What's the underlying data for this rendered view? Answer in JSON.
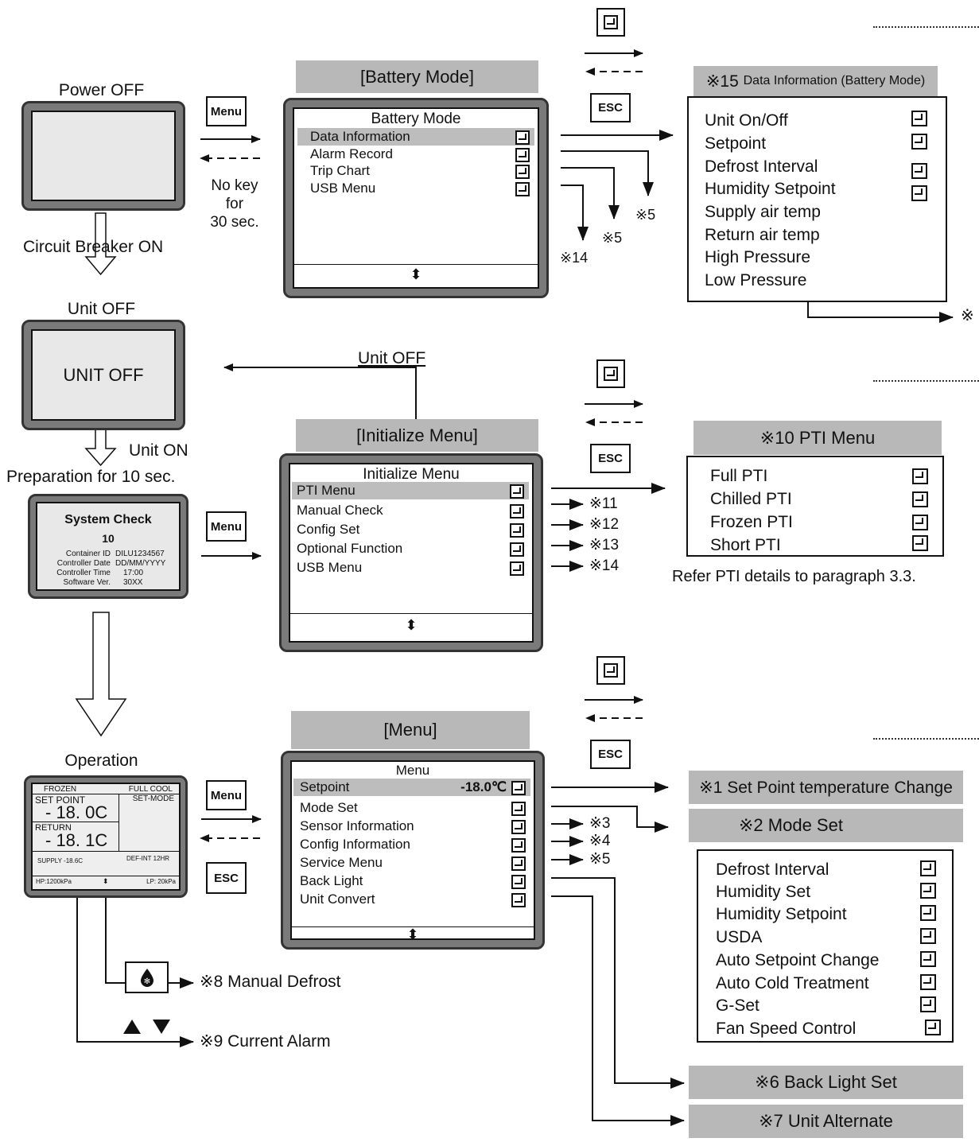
{
  "left": {
    "power_off": "Power OFF",
    "circuit_breaker_on": "Circuit Breaker ON",
    "unit_off_title": "Unit OFF",
    "unit_off_screen": "UNIT OFF",
    "unit_on": "Unit ON",
    "preparation": "Preparation for 10 sec.",
    "no_key": [
      "No key",
      "for",
      "30 sec."
    ],
    "operation": "Operation",
    "system_check": {
      "title": "System Check",
      "count": "10",
      "lines": [
        {
          "label": "Container ID",
          "value": "DILU1234567"
        },
        {
          "label": "Controller Date",
          "value": "DD/MM/YYYY"
        },
        {
          "label": "Controller Time",
          "value": "17:00"
        },
        {
          "label": "Software Ver.",
          "value": "30XX"
        }
      ]
    },
    "op_screen": {
      "frozen": "FROZEN",
      "full_cool": "FULL COOL",
      "set_mode": "SET-MODE",
      "set_point_label": "SET POINT",
      "set_point_value": "- 18. 0C",
      "return_label": "RETURN",
      "return_value": "- 18. 1C",
      "supply": "SUPPLY -18.6C",
      "def_int": "DEF-INT 12HR",
      "hp": "HP:1200kPa",
      "lp": "LP: 20kPa"
    }
  },
  "keys": {
    "menu": "Menu",
    "esc": "ESC"
  },
  "battery": {
    "header": "[Battery Mode]",
    "title": "Battery Mode",
    "items": [
      "Data Information",
      "Alarm Record",
      "Trip Chart",
      "USB Menu"
    ],
    "refs": [
      "※5",
      "※5",
      "※14"
    ]
  },
  "initialize": {
    "header": "[Initialize Menu]",
    "title": "Initialize Menu",
    "items": [
      "PTI Menu",
      "Manual Check",
      "Config  Set",
      "Optional Function",
      "USB Menu"
    ],
    "refs": [
      "※11",
      "※12",
      "※13",
      "※14"
    ],
    "unit_off_link": "Unit OFF"
  },
  "menu": {
    "header": "[Menu]",
    "title": "Menu",
    "setpoint_value": "-18.0℃",
    "items": [
      "Setpoint",
      "Mode Set",
      "Sensor Information",
      "Config  Information",
      "Service Menu",
      "Back Light",
      "Unit Convert"
    ],
    "refs": [
      "※3",
      "※4",
      "※5"
    ]
  },
  "data_info": {
    "header_mark": "※15",
    "header_text": "Data Information (Battery Mode)",
    "items": [
      "Unit On/Off",
      "Setpoint",
      "Defrost Interval",
      "Humidity Setpoint",
      "Supply air temp",
      "Return air temp",
      "High Pressure",
      "Low Pressure"
    ],
    "more_ref": "※"
  },
  "pti": {
    "header": "※10 PTI Menu",
    "items": [
      "Full PTI",
      "Chilled PTI",
      "Frozen PTI",
      "Short PTI"
    ],
    "note": "Refer PTI details to paragraph 3.3."
  },
  "mode_set": {
    "set_point_change": "※1 Set Point temperature Change",
    "header": "※2 Mode Set",
    "items": [
      "Defrost Interval",
      "Humidity Set",
      "Humidity Setpoint",
      "USDA",
      "Auto Setpoint Change",
      "Auto Cold Treatment",
      "G-Set",
      "Fan Speed Control"
    ]
  },
  "bottom": {
    "manual_defrost": "※8 Manual Defrost",
    "current_alarm": "※9 Current Alarm",
    "back_light_set": "※6 Back Light Set",
    "unit_alternate": "※7 Unit Alternate"
  }
}
